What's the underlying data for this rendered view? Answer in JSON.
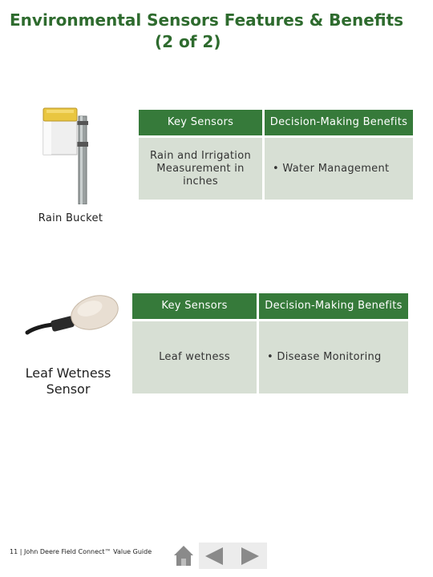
{
  "title": {
    "line1": "Environmental Sensors Features & Benefits",
    "line2": "(2 of 2)"
  },
  "colors": {
    "title": "#2e6b2e",
    "header": "#367a3a",
    "body_cell": "#d7dfd4"
  },
  "sections": [
    {
      "caption": "Rain Bucket",
      "image_icon": "rain-bucket-image",
      "table": {
        "headers": [
          "Key Sensors",
          "Decision-Making Benefits"
        ],
        "row": [
          "Rain and Irrigation Measurement in inches",
          "• Water Management"
        ]
      }
    },
    {
      "caption": "Leaf Wetness Sensor",
      "image_icon": "leaf-wetness-sensor-image",
      "table": {
        "headers": [
          "Key Sensors",
          "Decision-Making Benefits"
        ],
        "row": [
          "Leaf wetness",
          "• Disease Monitoring"
        ]
      }
    }
  ],
  "footer": {
    "text": "11 | John Deere Field Connect™ Value Guide"
  },
  "nav": {
    "icons": [
      "home-icon",
      "previous-page-icon",
      "next-page-icon"
    ]
  }
}
